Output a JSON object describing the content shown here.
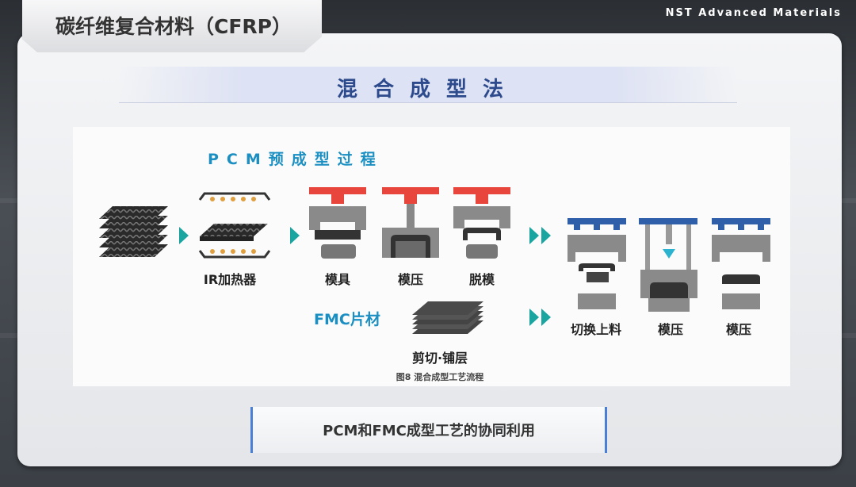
{
  "header": {
    "title": "碳纤维复合材料（CFRP）",
    "brand": "NST Advanced Materials"
  },
  "banner": {
    "title": "混合成型法"
  },
  "figure": {
    "pcm_title": "PCM预成型过程",
    "fmc_title": "FMC片材",
    "labels": {
      "heater": "IR加热器",
      "mold": "模具",
      "press": "模压",
      "demold": "脱模",
      "cut_layup": "剪切·铺层",
      "switch_load": "切换上料",
      "press2": "模压",
      "press3": "模压"
    },
    "caption": "图8 混合成型工艺流程"
  },
  "summary": {
    "text": "PCM和FMC成型工艺的协同利用"
  },
  "colors": {
    "accent": "#1b8fc2",
    "banner_text": "#2d4a8c",
    "press_red": "#e8453c",
    "press_blue": "#2f5fa8",
    "arrow": "#1aa5a0"
  }
}
